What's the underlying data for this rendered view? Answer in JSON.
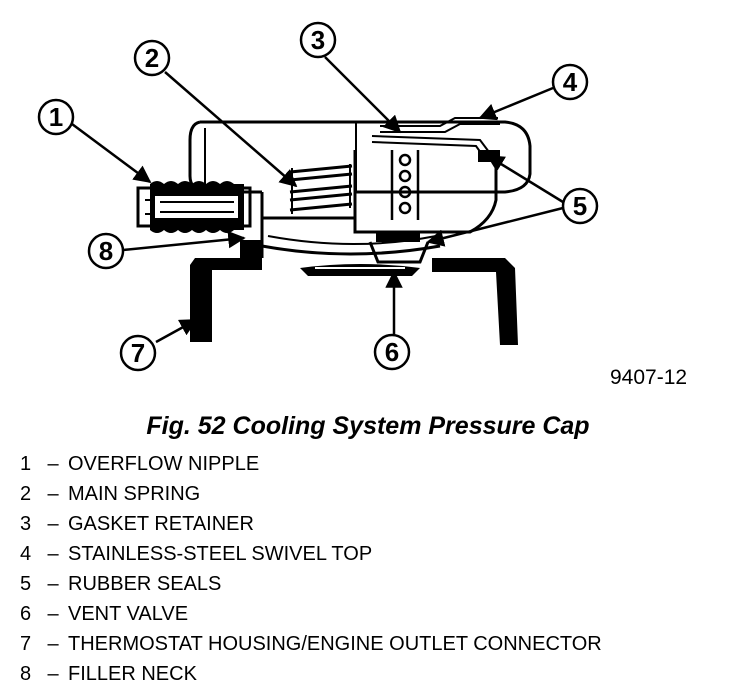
{
  "figure": {
    "ref_code": "9407-12",
    "caption": "Fig. 52 Cooling System Pressure Cap",
    "callouts": [
      "1",
      "2",
      "3",
      "4",
      "5",
      "6",
      "7",
      "8"
    ]
  },
  "legend": [
    {
      "num": "1",
      "dash": "–",
      "label": "OVERFLOW NIPPLE"
    },
    {
      "num": "2",
      "dash": "–",
      "label": "MAIN SPRING"
    },
    {
      "num": "3",
      "dash": "–",
      "label": "GASKET RETAINER"
    },
    {
      "num": "4",
      "dash": "–",
      "label": "STAINLESS-STEEL SWIVEL TOP"
    },
    {
      "num": "5",
      "dash": "–",
      "label": "RUBBER SEALS"
    },
    {
      "num": "6",
      "dash": "–",
      "label": "VENT VALVE"
    },
    {
      "num": "7",
      "dash": "–",
      "label": "THERMOSTAT HOUSING/ENGINE OUTLET CONNECTOR"
    },
    {
      "num": "8",
      "dash": "–",
      "label": "FILLER NECK"
    }
  ]
}
